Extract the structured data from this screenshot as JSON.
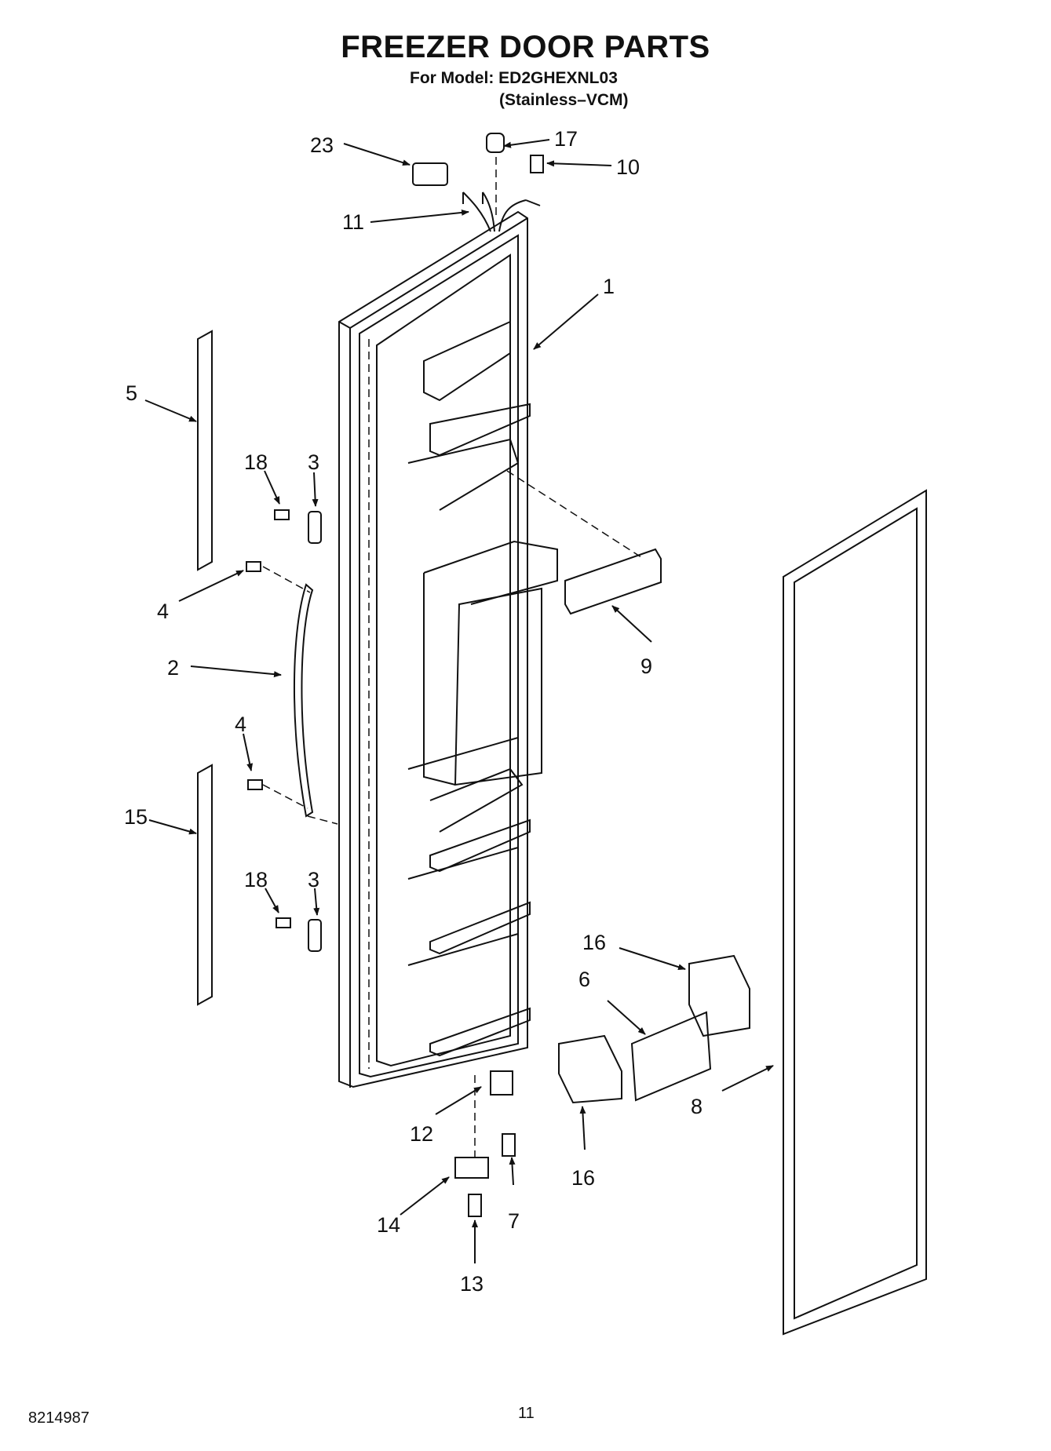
{
  "header": {
    "title": "FREEZER DOOR PARTS",
    "model_line": "For Model: ED2GHEXNL03",
    "variant_line": "(Stainless–VCM)"
  },
  "callouts": {
    "c1": "1",
    "c2": "2",
    "c3a": "3",
    "c3b": "3",
    "c4a": "4",
    "c4b": "4",
    "c5": "5",
    "c6": "6",
    "c7": "7",
    "c8": "8",
    "c9": "9",
    "c10": "10",
    "c11": "11",
    "c12": "12",
    "c13": "13",
    "c14": "14",
    "c15": "15",
    "c16a": "16",
    "c16b": "16",
    "c17": "17",
    "c18a": "18",
    "c18b": "18",
    "c23": "23"
  },
  "footer": {
    "part_number": "8214987",
    "page_number": "11"
  }
}
